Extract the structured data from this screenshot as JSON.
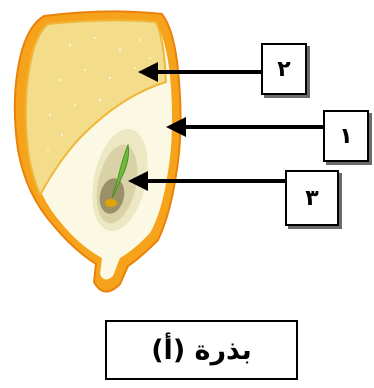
{
  "labels": {
    "one": "١",
    "two": "٢",
    "three": "٣"
  },
  "caption": "بذرة (أ)",
  "colors": {
    "seed_coat_outer": "#f7a21b",
    "seed_coat_inner": "#fcd466",
    "endosperm": "#f3dc8a",
    "cotyledon": "#fbf8e4",
    "embryo_shadow": "#d9d2a6",
    "embryo_dark": "#9b9168",
    "plumule": "#6dbb3c",
    "radicle": "#e2a400",
    "arrow": "#000000"
  }
}
